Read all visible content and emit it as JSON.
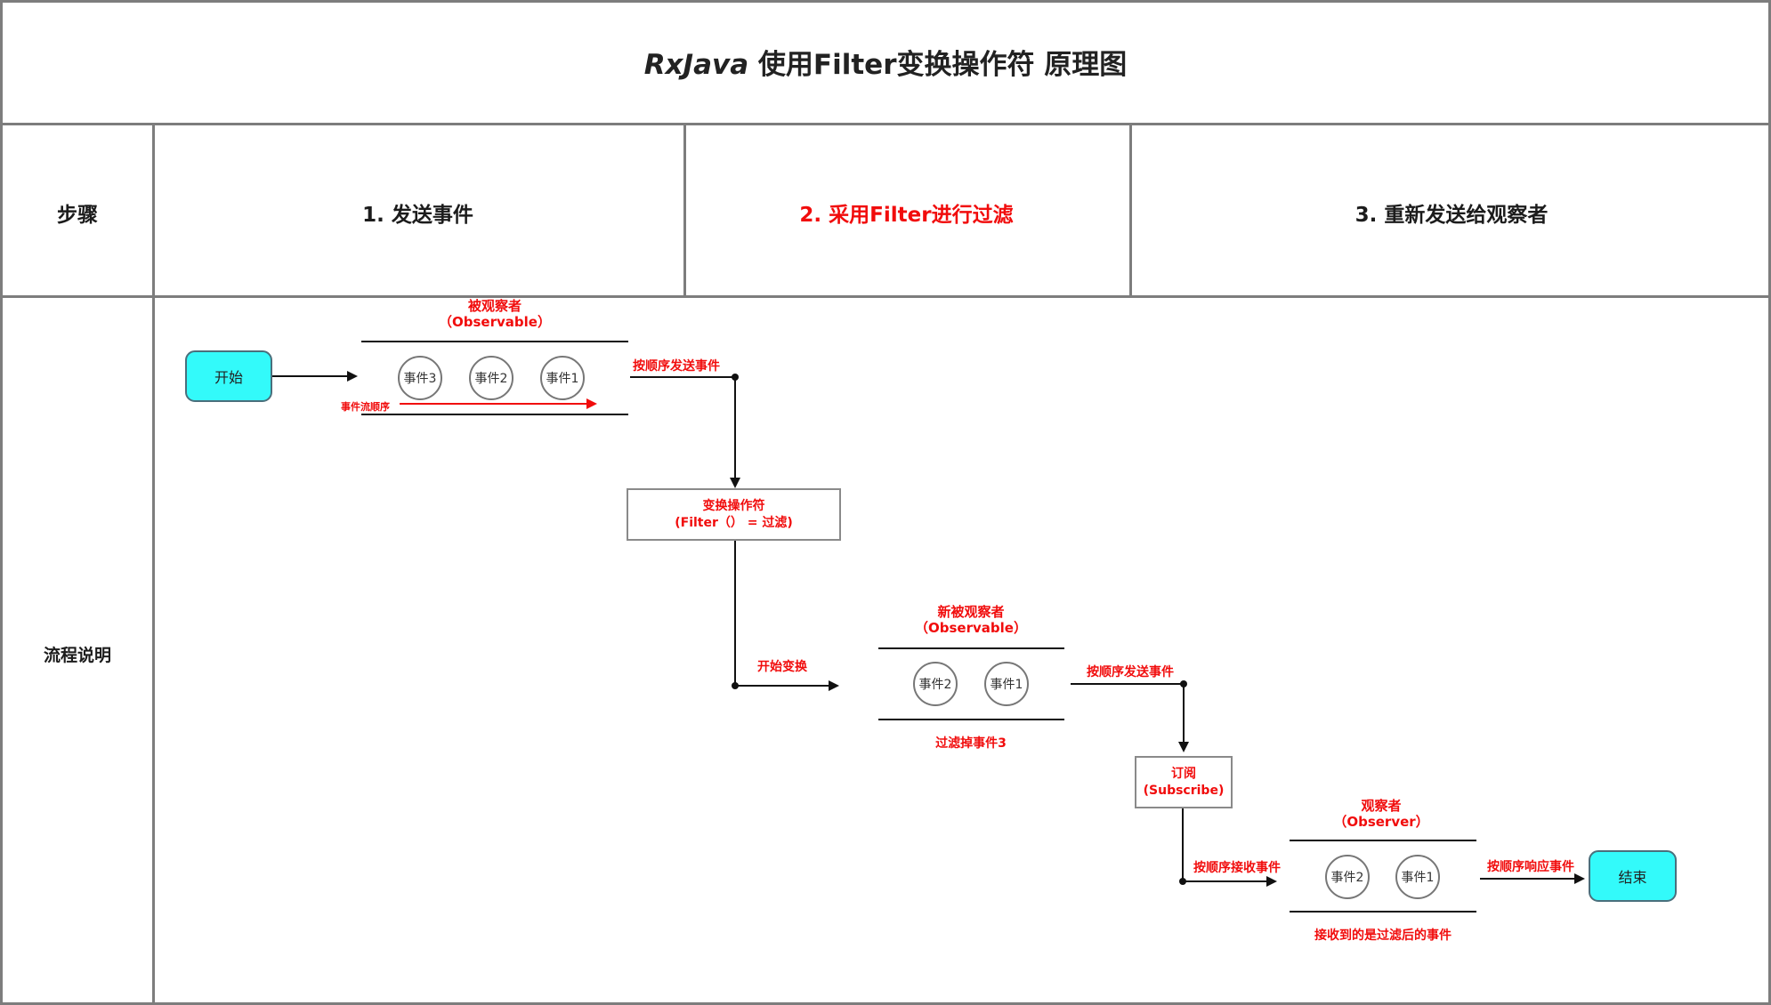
{
  "title": {
    "part_italic": "RxJava",
    "part_rest": " 使用Filter变换操作符 原理图"
  },
  "header": {
    "col_steps": "步骤",
    "col_step1": "1. 发送事件",
    "col_step2": "2. 采用Filter进行过滤",
    "col_step3": "3. 重新发送给观察者"
  },
  "body": {
    "row_label": "流程说明"
  },
  "colors": {
    "accent_red": "#f10c0c",
    "terminal_cyan": "#33fafa",
    "grid_gray": "#7d7d7d"
  },
  "flow": {
    "start_label": "开始",
    "end_label": "结束",
    "observable": {
      "title_cn": "被观察者",
      "title_en": "（Observable）",
      "events": [
        "事件3",
        "事件2",
        "事件1"
      ],
      "order_label": "事件流顺序"
    },
    "send_label_1": "按顺序发送事件",
    "filter_box": {
      "line1": "变换操作符",
      "line2": "(Filter（） = 过滤)"
    },
    "transform_label": "开始变换",
    "new_observable": {
      "title_cn": "新被观察者",
      "title_en": "（Observable）",
      "events": [
        "事件2",
        "事件1"
      ],
      "note": "过滤掉事件3"
    },
    "send_label_2": "按顺序发送事件",
    "subscribe_box": {
      "line1": "订阅",
      "line2": "(Subscribe)"
    },
    "receive_label": "按顺序接收事件",
    "observer": {
      "title_cn": "观察者",
      "title_en": "（Observer）",
      "events": [
        "事件2",
        "事件1"
      ],
      "note": "接收到的是过滤后的事件"
    },
    "respond_label": "按顺序响应事件"
  }
}
